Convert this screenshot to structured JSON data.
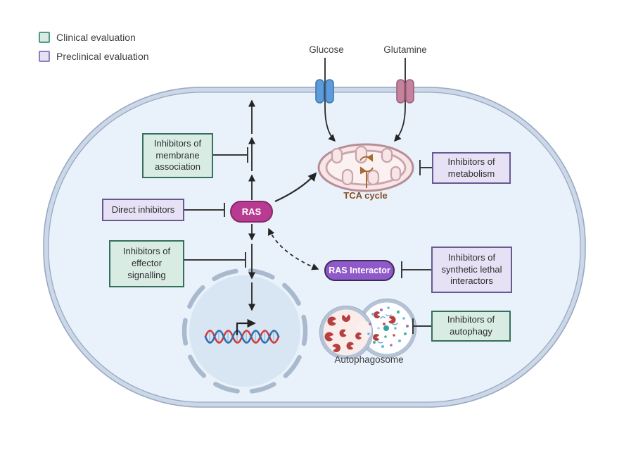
{
  "legend": {
    "items": [
      {
        "label": "Clinical evaluation",
        "category": "clinical"
      },
      {
        "label": "Preclinical evaluation",
        "category": "preclinical"
      }
    ]
  },
  "labels": {
    "glucose": "Glucose",
    "glutamine": "Glutamine",
    "tca_cycle": "TCA cycle",
    "autophagosome": "Autophagosome"
  },
  "nodes": {
    "ras": "RAS",
    "ras_interactor": "RAS Interactor"
  },
  "boxes": {
    "membrane_association": {
      "label": "Inhibitors of membrane association",
      "category": "clinical"
    },
    "direct_inhibitors": {
      "label": "Direct inhibitors",
      "category": "preclinical"
    },
    "effector_signalling": {
      "label": "Inhibitors of effector signalling",
      "category": "clinical"
    },
    "metabolism": {
      "label": "Inhibitors of metabolism",
      "category": "preclinical"
    },
    "synthetic_lethal": {
      "label": "Inhibitors of synthetic lethal interactors",
      "category": "preclinical"
    },
    "autophagy": {
      "label": "Inhibitors of autophagy",
      "category": "clinical"
    }
  },
  "colors": {
    "text": "#3f3f3f",
    "clinical_fill": "#d9ece4",
    "clinical_border": "#35705d",
    "clinical_swatch_border": "#4f9c81",
    "preclinical_fill": "#e6e1f4",
    "preclinical_border": "#655b91",
    "preclinical_swatch_border": "#8f7fc0",
    "ras_fill": "#b83b92",
    "ras_border": "#86296a",
    "interactor_fill": "#9059c9",
    "interactor_border": "#3c2a54",
    "cell_fill": "#e9f1fb",
    "membrane_line": "#98a9c2",
    "membrane_band": "#ccd8e8",
    "nucleus_fill": "#d8e5f3",
    "nucleus_border": "#a9bacf",
    "mito_outline": "#b78d96",
    "mito_fill": "#f7e6e5",
    "mito_inner_fill": "#fbf1f0",
    "mito_inner_line": "#c9a3ad",
    "tca": "#a8682f",
    "tca_text": "#8a4c24",
    "glucose_transporter": "#5b9cd9",
    "glucose_transporter_border": "#3a77b3",
    "glutamine_transporter": "#c4829c",
    "glutamine_transporter_border": "#a05e7c",
    "dna_red": "#d23b3b",
    "dna_blue": "#2f6fae",
    "connector": "#2e2e2e"
  }
}
